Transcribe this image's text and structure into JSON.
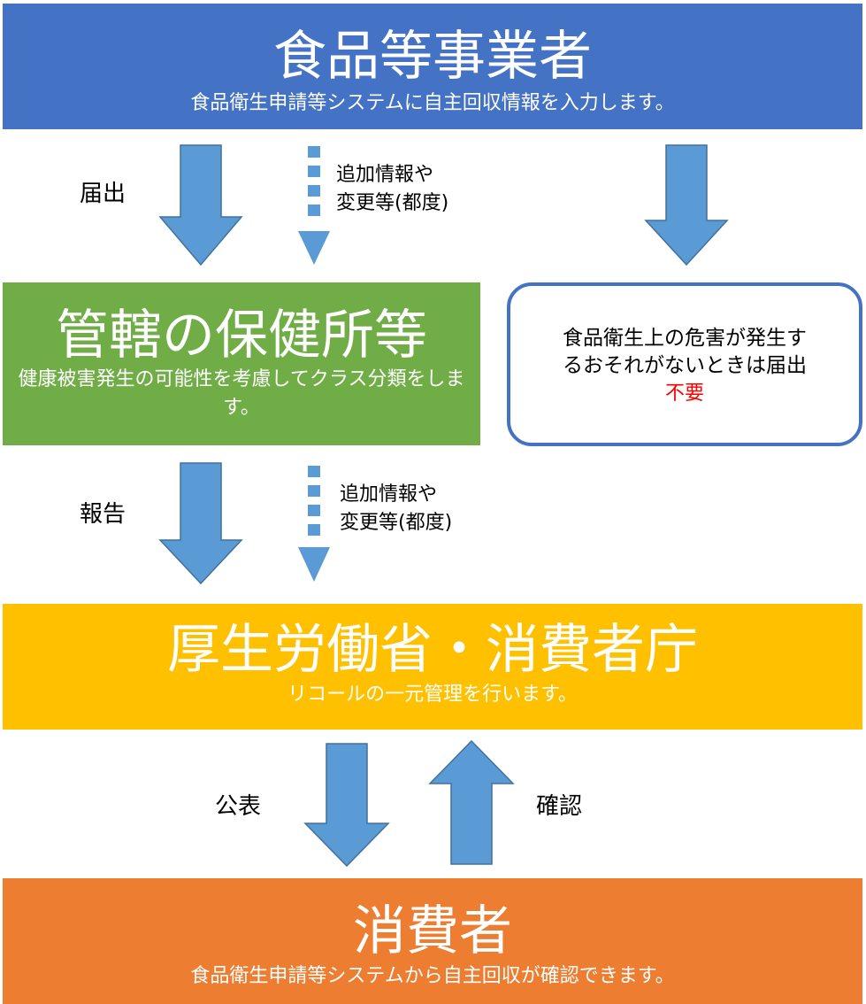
{
  "operators": {
    "title": "食品等事業者",
    "subtitle": "食品衛生申請等システムに自主回収情報を入力します。"
  },
  "arrow_labels": {
    "notification": "届出",
    "report": "報告",
    "publication": "公表",
    "confirmation": "確認"
  },
  "notes": {
    "additional_1_line1": "追加情報や",
    "additional_1_line2": "変更等(都度)",
    "additional_2_line1": "追加情報や",
    "additional_2_line2": "変更等(都度)"
  },
  "health_center": {
    "title": "管轄の保健所等",
    "subtitle": "健康被害発生の可能性を考慮してクラス分類をします。"
  },
  "no_report": {
    "line1": "食品衛生上の危害が発生す",
    "line2": "るおそれがないときは届出",
    "emphasis": "不要"
  },
  "ministry": {
    "title": "厚生労働省・消費者庁",
    "subtitle": "リコールの一元管理を行います。"
  },
  "consumers": {
    "title": "消費者",
    "subtitle": "食品衛生申請等システムから自主回収が確認できます。"
  },
  "colors": {
    "operators": "#4472c4",
    "health_center": "#70ad47",
    "ministry": "#ffc000",
    "consumers": "#ed7d31",
    "arrow": "#5b9bd5",
    "arrow_stroke": "#41719c",
    "emphasis": "#ff0000"
  }
}
